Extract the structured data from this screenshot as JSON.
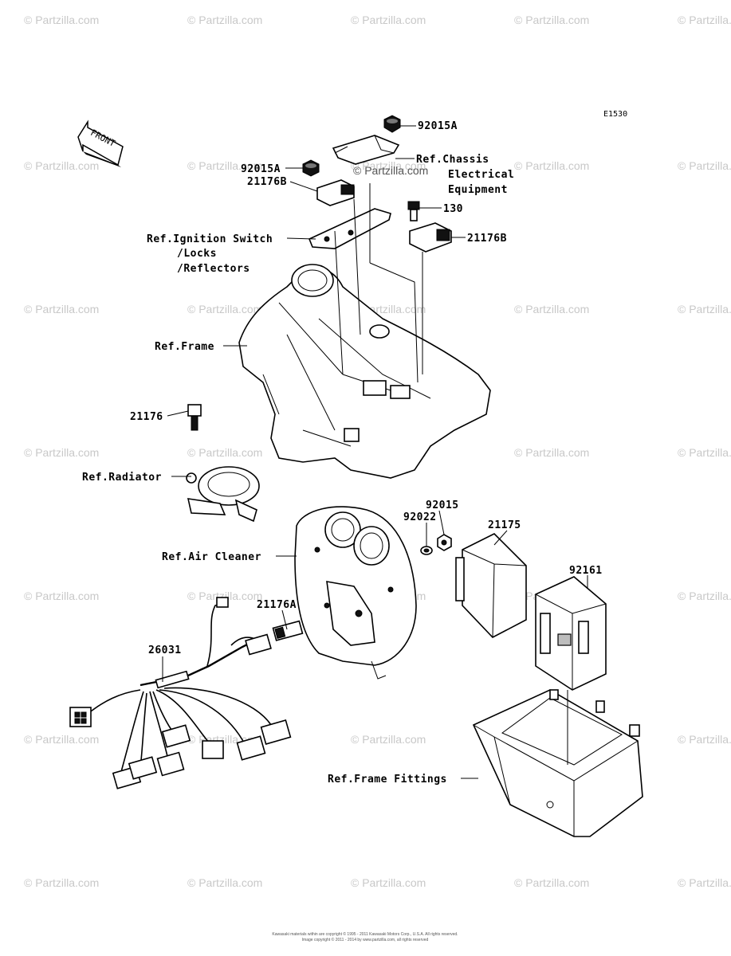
{
  "diagram": {
    "code": "E1530",
    "front_label": "FRONT",
    "watermark_text": "© Partzilla.com",
    "inline_watermark": "© Partzilla.com",
    "callouts": {
      "p92015A_top": "92015A",
      "ref_chassis_1": "Ref.Chassis",
      "ref_chassis_2": "Electrical",
      "ref_chassis_3": "Equipment",
      "p92015A_left": "92015A",
      "p21176B_left": "21176B",
      "p130": "130",
      "p21176B_right": "21176B",
      "ref_ignition_1": "Ref.Ignition Switch",
      "ref_ignition_2": "/Locks",
      "ref_ignition_3": "/Reflectors",
      "ref_frame": "Ref.Frame",
      "p21176": "21176",
      "ref_radiator": "Ref.Radiator",
      "p92015": "92015",
      "p92022": "92022",
      "p21175": "21175",
      "ref_air_cleaner": "Ref.Air Cleaner",
      "p92161": "92161",
      "p21176A": "21176A",
      "p26031": "26031",
      "ref_frame_fittings": "Ref.Frame Fittings"
    },
    "copyright_1": "Kawasaki materials within are copyright © 1995 - 2011 Kawasaki Motors Corp., U.S.A. All rights reserved.",
    "copyright_2": "Image copyright © 2011 - 2014 by www.partzilla.com, all rights reserved"
  }
}
